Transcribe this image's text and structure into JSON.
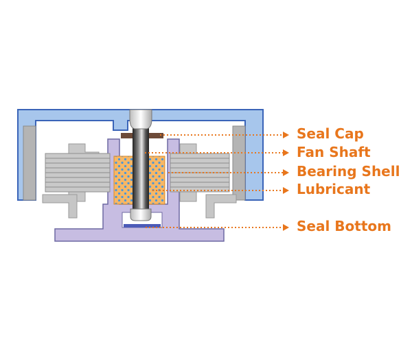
{
  "diagram": {
    "labels": {
      "seal_cap": "Seal Cap",
      "fan_shaft": "Fan Shaft",
      "bearing_shell": "Bearing Shell",
      "lubricant": "Lubricant",
      "seal_bottom": "Seal Bottom"
    },
    "colors": {
      "label_orange": "#e8761c",
      "hub_blue": "#a7c6ec",
      "hub_outline": "#3a64b8",
      "frame_lavender": "#c7bde2",
      "frame_outline": "#6d68a2",
      "coil_grey": "#c8c8c8",
      "shaft_dark": "#3a3a3a",
      "bearing_orange": "#f6b766",
      "lubricant_blue": "#4c96d8",
      "seal_cap_brown": "#6d4a38"
    }
  }
}
